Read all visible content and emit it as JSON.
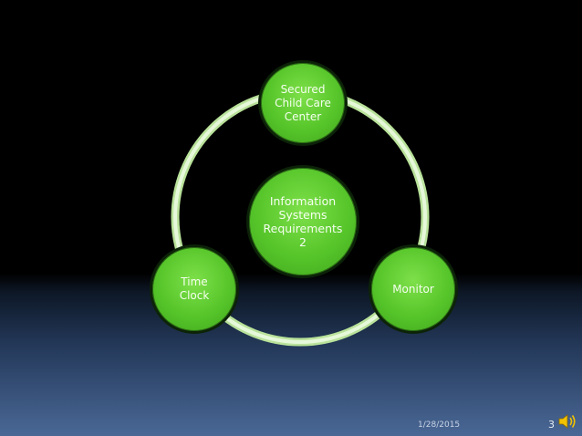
{
  "diagram": {
    "center": {
      "lines": "Information\nSystems\nRequirements\n2"
    },
    "top": {
      "lines": "Secured\nChild Care\nCenter"
    },
    "left": {
      "lines": "Time\nClock"
    },
    "right": {
      "lines": "Monitor"
    }
  },
  "footer": {
    "date": "1/28/2015",
    "page": "3"
  },
  "icons": {
    "audio": "speaker-icon"
  },
  "colors": {
    "node_fill": "#56c52a",
    "ring": "#d9f2c8",
    "background_top": "#000000",
    "background_bottom": "#4a6896"
  }
}
